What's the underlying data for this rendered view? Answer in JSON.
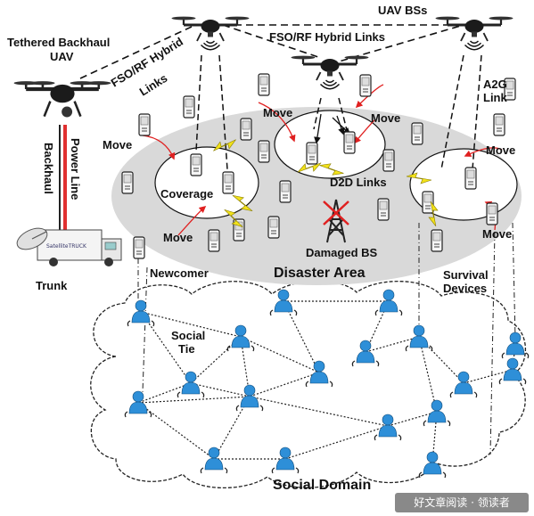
{
  "labels": {
    "uav_bss": "UAV BSs",
    "tethered_backhaul_uav_1": "Tethered Backhaul",
    "tethered_backhaul_uav_2": "UAV",
    "fso_rf_hybrid_links_top": "FSO/RF Hybrid Links",
    "fso_rf_hybrid_links_left_1": "FSO/RF Hybrid",
    "fso_rf_hybrid_links_left_2": "Links",
    "a2g_link_1": "A2G",
    "a2g_link_2": "Link",
    "power_line": "Power Line",
    "backhaul": "Backhaul",
    "trunk": "Trunk",
    "move_1": "Move",
    "move_2": "Move",
    "move_3": "Move",
    "move_4": "Move",
    "move_5": "Move",
    "move_6": "Move",
    "coverage": "Coverage",
    "d2d_links": "D2D Links",
    "damaged_bs": "Damaged BS",
    "newcomer": "Newcomer",
    "disaster_area": "Disaster Area",
    "survival_devices_1": "Survival",
    "survival_devices_2": "Devices",
    "social_tie_1": "Social",
    "social_tie_2": "Tie",
    "social_domain": "Social Domain"
  },
  "truck_side_text": "SatelliteTRUCK",
  "watermark": "好文章阅读 · 领读者",
  "colors": {
    "disaster_area_fill": "#d9d9d9",
    "person": "#2e8fd8",
    "lightning": "#f2e21a",
    "move_arrow": "#e02020",
    "power_line": "#e03030",
    "damaged_cross": "#e02020"
  },
  "icons": {
    "uav": "drone-icon",
    "phone": "mobile-phone-icon",
    "person": "user-icon",
    "tower": "cell-tower-icon",
    "truck": "satellite-truck-icon"
  }
}
